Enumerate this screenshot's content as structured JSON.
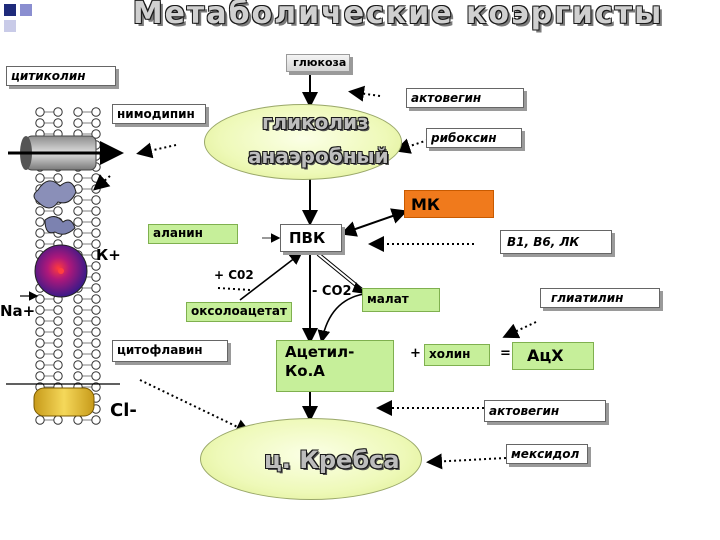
{
  "title": "Метаболические коэргисты",
  "boxes": {
    "glucose": "глюкоза",
    "citicoline": "цитиколин",
    "actovegin_top": "актовегин",
    "nimodipine": "нимодипин",
    "riboxin": "рибоксин",
    "mk": "МК",
    "alanine": "аланин",
    "pvk": "ПВК",
    "b_vitamins": "В1, В6, ЛК",
    "malate": "малат",
    "gliatilin": "глиатилин",
    "oxaloacetate": "оксолоацетат",
    "cytoflavin": "цитофлавин",
    "acetyl_coa": "Ацетил-\nКо.А",
    "choline": "холин",
    "ach": "АцХ",
    "actovegin_bottom": "актовегин",
    "mexidol": "мексидол"
  },
  "ellipses": {
    "glycolysis_line1": "гликолиз",
    "glycolysis_line2": "анаэробный",
    "krebs": "ц. Кребса"
  },
  "labels": {
    "co2_plus": "+ С02",
    "co2_minus": "- СО2",
    "plus": "+",
    "equals": "=",
    "k_ion": "К+",
    "na_ion": "Na+",
    "cl_ion": "Cl-"
  },
  "colors": {
    "green_box": "#c6ef9a",
    "orange_box": "#f07a1c",
    "ellipse": "#eef9b8",
    "membrane_yellow": "#e8c23a"
  },
  "icons": [
    "corner-squares-icon",
    "cell-membrane",
    "ion-channel",
    "receptor-sphere",
    "protein-blob",
    "down-arrow-icon"
  ]
}
